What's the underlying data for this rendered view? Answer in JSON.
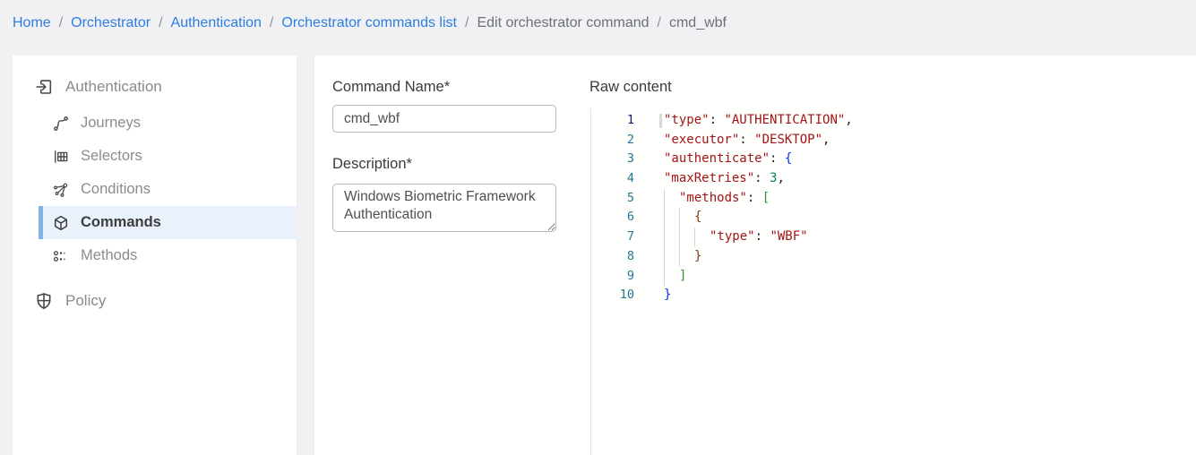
{
  "breadcrumb": {
    "separator": "/",
    "items": [
      {
        "label": "Home",
        "link": true
      },
      {
        "label": "Orchestrator",
        "link": true
      },
      {
        "label": "Authentication",
        "link": true
      },
      {
        "label": "Orchestrator commands list",
        "link": true
      },
      {
        "label": "Edit orchestrator command",
        "link": false
      },
      {
        "label": "cmd_wbf",
        "link": false
      }
    ]
  },
  "sidebar": {
    "header": {
      "label": "Authentication",
      "icon": "login-icon"
    },
    "items": [
      {
        "label": "Journeys",
        "icon": "journeys-icon",
        "selected": false
      },
      {
        "label": "Selectors",
        "icon": "selectors-icon",
        "selected": false
      },
      {
        "label": "Conditions",
        "icon": "conditions-icon",
        "selected": false
      },
      {
        "label": "Commands",
        "icon": "commands-icon",
        "selected": true
      },
      {
        "label": "Methods",
        "icon": "methods-icon",
        "selected": false
      }
    ],
    "footer_item": {
      "label": "Policy",
      "icon": "policy-icon"
    }
  },
  "form": {
    "command_name": {
      "label": "Command Name*",
      "value": "cmd_wbf"
    },
    "description": {
      "label": "Description*",
      "value": "Windows Biometric Framework Authentication"
    }
  },
  "editor": {
    "label": "Raw content",
    "active_line": 1,
    "lines": [
      {
        "n": 1,
        "indent": 0,
        "active": true,
        "cursor": true,
        "tokens": [
          [
            "str",
            "\"type\""
          ],
          [
            "pun",
            ": "
          ],
          [
            "str",
            "\"AUTHENTICATION\""
          ],
          [
            "pun",
            ","
          ]
        ]
      },
      {
        "n": 2,
        "indent": 0,
        "tokens": [
          [
            "str",
            "\"executor\""
          ],
          [
            "pun",
            ": "
          ],
          [
            "str",
            "\"DESKTOP\""
          ],
          [
            "pun",
            ","
          ]
        ]
      },
      {
        "n": 3,
        "indent": 0,
        "tokens": [
          [
            "str",
            "\"authenticate\""
          ],
          [
            "pun",
            ": "
          ],
          [
            "b1",
            "{"
          ]
        ]
      },
      {
        "n": 4,
        "indent": 0,
        "tokens": [
          [
            "str",
            "\"maxRetries\""
          ],
          [
            "pun",
            ": "
          ],
          [
            "num",
            "3"
          ],
          [
            "pun",
            ","
          ]
        ]
      },
      {
        "n": 5,
        "indent": 2,
        "tokens": [
          [
            "str",
            "\"methods\""
          ],
          [
            "pun",
            ": "
          ],
          [
            "b2",
            "["
          ]
        ]
      },
      {
        "n": 6,
        "indent": 4,
        "tokens": [
          [
            "b3",
            "{"
          ]
        ]
      },
      {
        "n": 7,
        "indent": 6,
        "tokens": [
          [
            "str",
            "\"type\""
          ],
          [
            "pun",
            ": "
          ],
          [
            "str",
            "\"WBF\""
          ]
        ]
      },
      {
        "n": 8,
        "indent": 4,
        "tokens": [
          [
            "b3",
            "}"
          ]
        ]
      },
      {
        "n": 9,
        "indent": 2,
        "tokens": [
          [
            "b2",
            "]"
          ]
        ]
      },
      {
        "n": 10,
        "indent": 0,
        "tokens": [
          [
            "b1",
            "}"
          ]
        ]
      }
    ]
  },
  "colors": {
    "page_background": "#f1f1f3",
    "card_background": "#ffffff",
    "breadcrumb_link": "#2b7de2",
    "breadcrumb_muted": "#697077",
    "sidebar_selected_bg": "#e9f1fa",
    "sidebar_selected_bar": "#82b1e3",
    "code_string": "#a31515",
    "code_number": "#098658",
    "code_bracket_level1": "#0431fa",
    "code_bracket_level2": "#319331",
    "code_bracket_level3": "#7b3814",
    "line_number": "#237893",
    "line_number_active": "#0b216f"
  }
}
